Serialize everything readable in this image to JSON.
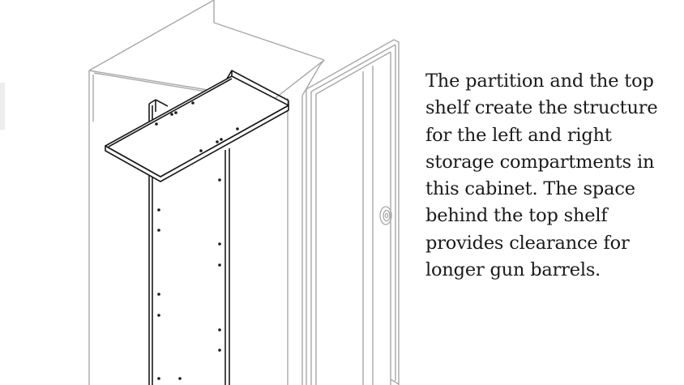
{
  "caption": {
    "lines": [
      "The partition and the top",
      "shelf create the structure",
      "for the left and right",
      "storage compartments in",
      "this cabinet.  The space",
      "behind the top shelf",
      "provides clearance for",
      "longer gun barrels."
    ]
  },
  "colors": {
    "cabinet_outline": "#a8a8a8",
    "part_outline": "#1a1a1a",
    "text": "#1a1a1a",
    "edge_tab": "#ededed"
  },
  "icons": {
    "door_lock": "lock-icon"
  }
}
